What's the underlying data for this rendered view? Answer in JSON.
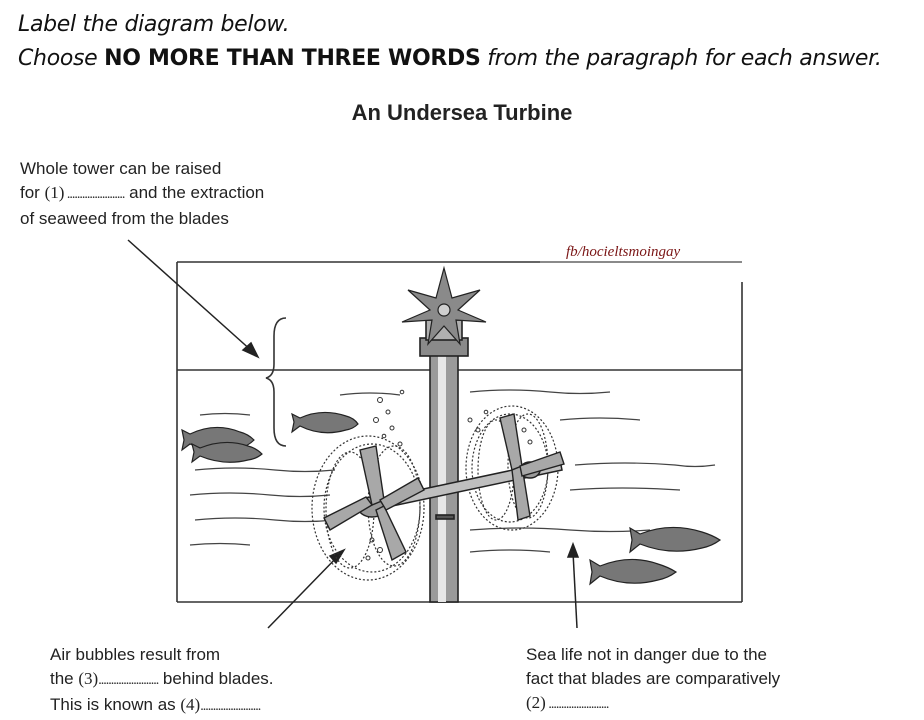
{
  "instructions": {
    "line1": "Label the diagram below.",
    "line2_bold": "NO MORE THAN THREE WORDS",
    "line2_pre": "Choose ",
    "line2_post": " from the paragraph for each answer."
  },
  "title": "An Undersea Turbine",
  "watermark": "fb/hocieltsmoingay",
  "labels": {
    "tower": {
      "line1": "Whole tower can be raised",
      "line2_pre": "for ",
      "line2_num": "(1)",
      "line2_dots": " .......................",
      "line2_post": " and the extraction",
      "line3": "of seaweed from the blades"
    },
    "bubbles": {
      "line1": "Air bubbles result from",
      "line2_pre": "the ",
      "line2_num": "(3)",
      "line2_dots": "........................",
      "line2_post": " behind blades.",
      "line3_pre": "This is known as ",
      "line3_num": "(4)",
      "line3_dots": "........................"
    },
    "sealife": {
      "line1": "Sea life not in danger due to the",
      "line2": "fact that blades are comparatively",
      "line3_num": "(2)",
      "line3_dots": " ........................"
    }
  }
}
